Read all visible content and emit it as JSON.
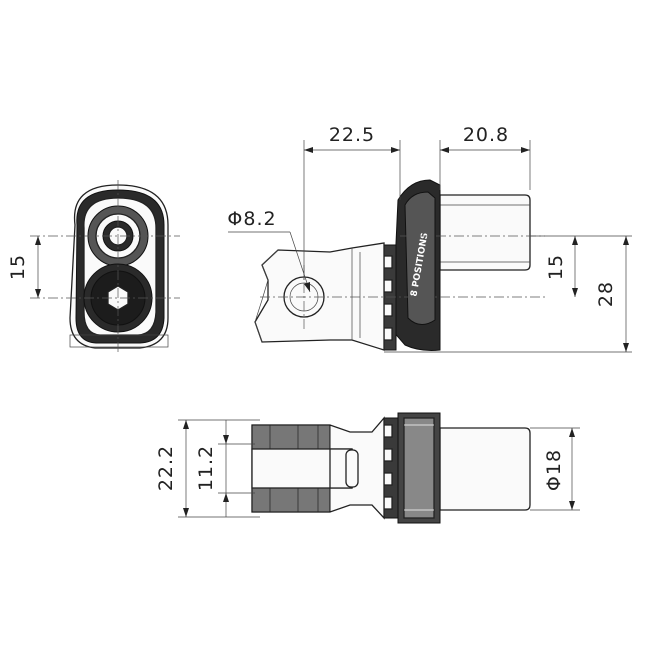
{
  "dimensions": {
    "d1": "22.5",
    "d2": "20.8",
    "d3": "Φ8.2",
    "d4": "15",
    "d5": "15",
    "d6": "28",
    "d7": "22.2",
    "d8": "11.2",
    "d9": "Φ18"
  },
  "engraving": "8 POSITIONS"
}
